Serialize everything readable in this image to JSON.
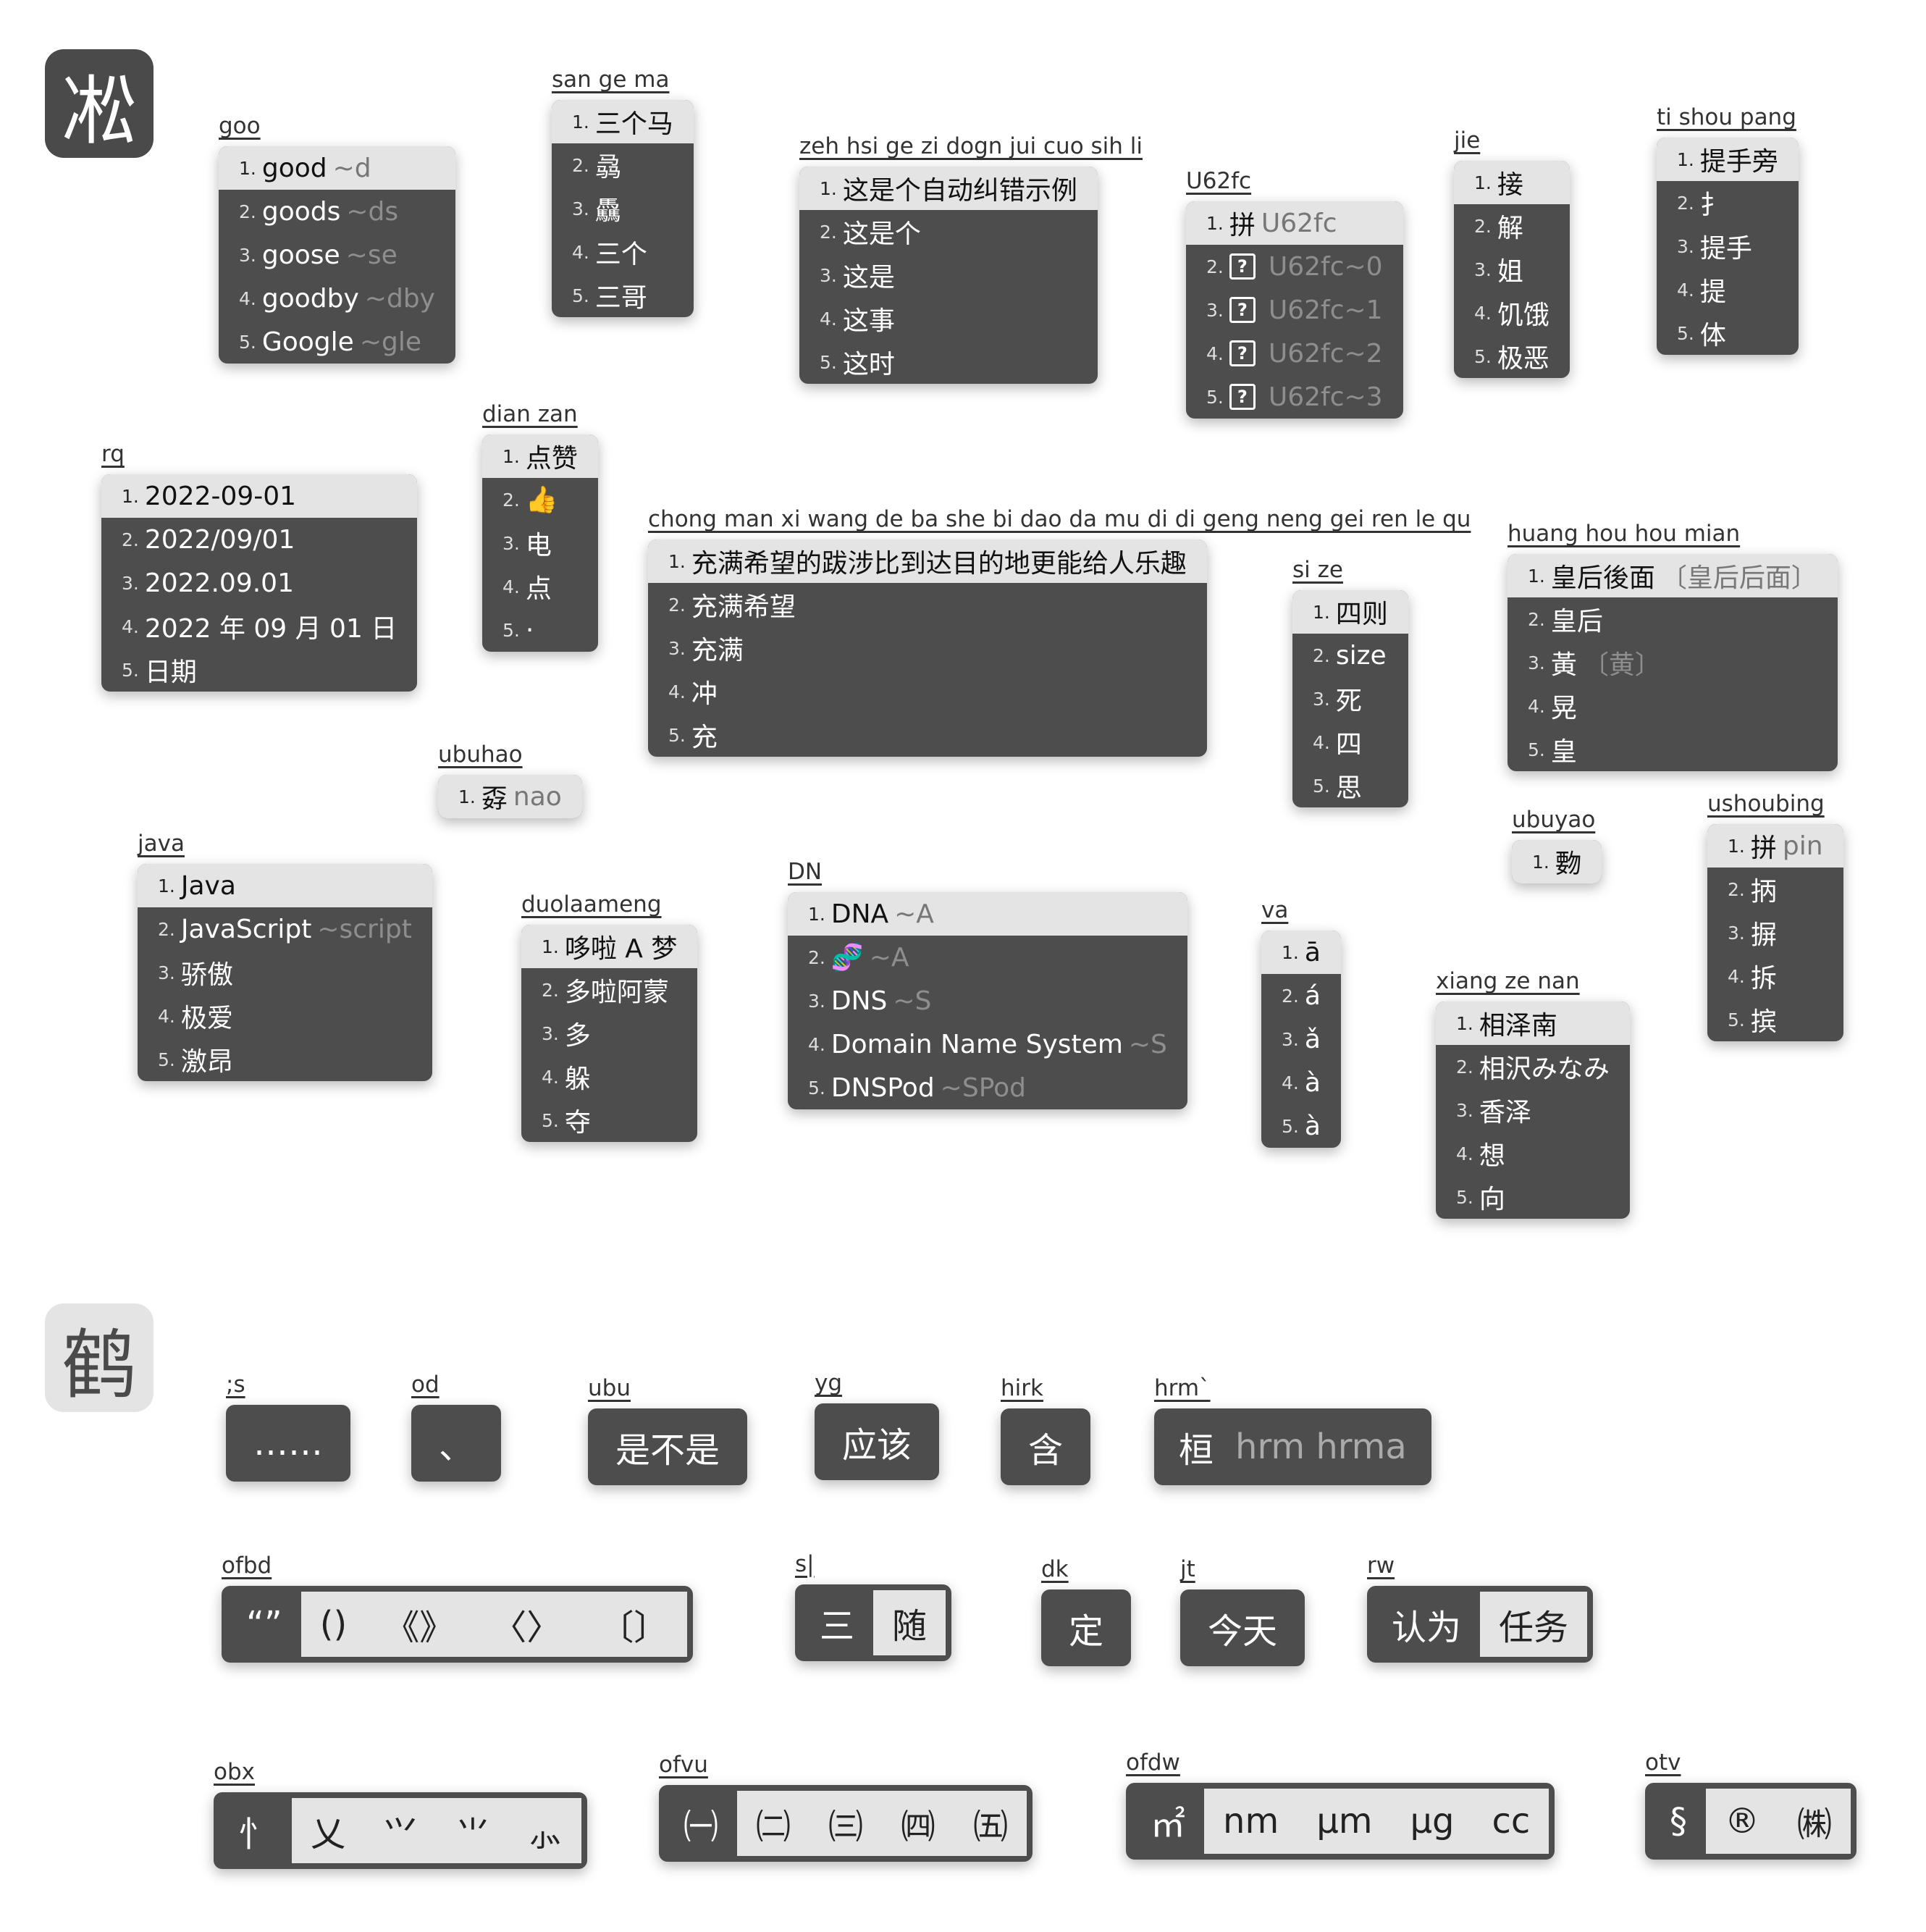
{
  "logos": {
    "top": "凇",
    "bottom": "鹤"
  },
  "vertical_candidates": [
    {
      "code": "goo",
      "items": [
        {
          "n": "1.",
          "t": "good",
          "c": "~d"
        },
        {
          "n": "2.",
          "t": "goods",
          "c": "~ds"
        },
        {
          "n": "3.",
          "t": "goose",
          "c": "~se"
        },
        {
          "n": "4.",
          "t": "goodby",
          "c": "~dby"
        },
        {
          "n": "5.",
          "t": "Google",
          "c": "~gle"
        }
      ]
    },
    {
      "code": "san ge ma",
      "items": [
        {
          "n": "1.",
          "t": "三个马"
        },
        {
          "n": "2.",
          "t": "骉"
        },
        {
          "n": "3.",
          "t": "驫"
        },
        {
          "n": "4.",
          "t": "三个"
        },
        {
          "n": "5.",
          "t": "三哥"
        }
      ]
    },
    {
      "code": "zeh hsi ge zi dogn jui cuo sih li",
      "items": [
        {
          "n": "1.",
          "t": "这是个自动纠错示例"
        },
        {
          "n": "2.",
          "t": "这是个"
        },
        {
          "n": "3.",
          "t": "这是"
        },
        {
          "n": "4.",
          "t": "这事"
        },
        {
          "n": "5.",
          "t": "这时"
        }
      ]
    },
    {
      "code": "U62fc",
      "items": [
        {
          "n": "1.",
          "t": "拼",
          "c": "U62fc"
        },
        {
          "n": "2.",
          "q": "?",
          "c": "U62fc~0"
        },
        {
          "n": "3.",
          "q": "?",
          "c": "U62fc~1"
        },
        {
          "n": "4.",
          "q": "?",
          "c": "U62fc~2"
        },
        {
          "n": "5.",
          "q": "?",
          "c": "U62fc~3"
        }
      ]
    },
    {
      "code": "jie",
      "items": [
        {
          "n": "1.",
          "t": "接"
        },
        {
          "n": "2.",
          "t": "解"
        },
        {
          "n": "3.",
          "t": "姐"
        },
        {
          "n": "4.",
          "t": "饥饿"
        },
        {
          "n": "5.",
          "t": "极恶"
        }
      ]
    },
    {
      "code": "ti shou pang",
      "items": [
        {
          "n": "1.",
          "t": "提手旁"
        },
        {
          "n": "2.",
          "t": "扌"
        },
        {
          "n": "3.",
          "t": "提手"
        },
        {
          "n": "4.",
          "t": "提"
        },
        {
          "n": "5.",
          "t": "体"
        }
      ]
    },
    {
      "code": "rq",
      "items": [
        {
          "n": "1.",
          "t": "2022-09-01"
        },
        {
          "n": "2.",
          "t": "2022/09/01"
        },
        {
          "n": "3.",
          "t": "2022.09.01"
        },
        {
          "n": "4.",
          "t": "2022 年 09 月 01 日"
        },
        {
          "n": "5.",
          "t": "日期"
        }
      ]
    },
    {
      "code": "dian zan",
      "items": [
        {
          "n": "1.",
          "t": "点赞"
        },
        {
          "n": "2.",
          "t": "👍"
        },
        {
          "n": "3.",
          "t": "电"
        },
        {
          "n": "4.",
          "t": "点"
        },
        {
          "n": "5.",
          "t": "·"
        }
      ]
    },
    {
      "code": "chong man xi wang de ba she bi dao da mu di di geng neng gei ren le qu",
      "items": [
        {
          "n": "1.",
          "t": "充满希望的跋涉比到达目的地更能给人乐趣"
        },
        {
          "n": "2.",
          "t": "充满希望"
        },
        {
          "n": "3.",
          "t": "充满"
        },
        {
          "n": "4.",
          "t": "冲"
        },
        {
          "n": "5.",
          "t": "充"
        }
      ]
    },
    {
      "code": "si ze",
      "items": [
        {
          "n": "1.",
          "t": "四则"
        },
        {
          "n": "2.",
          "t": "size"
        },
        {
          "n": "3.",
          "t": "死"
        },
        {
          "n": "4.",
          "t": "四"
        },
        {
          "n": "5.",
          "t": "思"
        }
      ]
    },
    {
      "code": "huang hou hou mian",
      "items": [
        {
          "n": "1.",
          "t": "皇后後面",
          "c": "〔皇后后面〕"
        },
        {
          "n": "2.",
          "t": "皇后"
        },
        {
          "n": "3.",
          "t": "黃",
          "c": "〔黄〕"
        },
        {
          "n": "4.",
          "t": "晃"
        },
        {
          "n": "5.",
          "t": "皇"
        }
      ]
    },
    {
      "code": "ubuhao",
      "items": [
        {
          "n": "1.",
          "t": "孬",
          "c": "nao"
        }
      ]
    },
    {
      "code": "ubuyao",
      "items": [
        {
          "n": "1.",
          "t": "覅"
        }
      ]
    },
    {
      "code": "ushoubing",
      "items": [
        {
          "n": "1.",
          "t": "拼",
          "c": "pin"
        },
        {
          "n": "2.",
          "t": "抦"
        },
        {
          "n": "3.",
          "t": "摒"
        },
        {
          "n": "4.",
          "t": "拆"
        },
        {
          "n": "5.",
          "t": "摈"
        }
      ]
    },
    {
      "code": "java",
      "items": [
        {
          "n": "1.",
          "t": "Java"
        },
        {
          "n": "2.",
          "t": "JavaScript",
          "c": "~script"
        },
        {
          "n": "3.",
          "t": "骄傲"
        },
        {
          "n": "4.",
          "t": "极爱"
        },
        {
          "n": "5.",
          "t": "激昂"
        }
      ]
    },
    {
      "code": "duolaameng",
      "items": [
        {
          "n": "1.",
          "t": "哆啦 A 梦"
        },
        {
          "n": "2.",
          "t": "多啦阿蒙"
        },
        {
          "n": "3.",
          "t": "多"
        },
        {
          "n": "4.",
          "t": "躲"
        },
        {
          "n": "5.",
          "t": "夺"
        }
      ]
    },
    {
      "code": "DN",
      "items": [
        {
          "n": "1.",
          "t": "DNA",
          "c": "~A"
        },
        {
          "n": "2.",
          "t": "🧬",
          "c": "~A"
        },
        {
          "n": "3.",
          "t": "DNS",
          "c": "~S"
        },
        {
          "n": "4.",
          "t": "Domain Name System",
          "c": "~S"
        },
        {
          "n": "5.",
          "t": "DNSPod",
          "c": "~SPod"
        }
      ]
    },
    {
      "code": "va",
      "items": [
        {
          "n": "1.",
          "t": "ā"
        },
        {
          "n": "2.",
          "t": "á"
        },
        {
          "n": "3.",
          "t": "ǎ"
        },
        {
          "n": "4.",
          "t": "à"
        },
        {
          "n": "5.",
          "t": "à"
        }
      ]
    },
    {
      "code": "xiang ze nan",
      "items": [
        {
          "n": "1.",
          "t": "相泽南"
        },
        {
          "n": "2.",
          "t": "相沢みなみ"
        },
        {
          "n": "3.",
          "t": "香泽"
        },
        {
          "n": "4.",
          "t": "想"
        },
        {
          "n": "5.",
          "t": "向"
        }
      ]
    }
  ],
  "horizontal_candidates": [
    {
      "code": ";s",
      "items": [
        {
          "t": "……"
        }
      ]
    },
    {
      "code": "od",
      "items": [
        {
          "t": "、"
        }
      ]
    },
    {
      "code": "ubu",
      "items": [
        {
          "t": "是不是"
        }
      ]
    },
    {
      "code": "yg",
      "items": [
        {
          "t": "应该"
        }
      ]
    },
    {
      "code": "hirk",
      "items": [
        {
          "t": "含"
        }
      ]
    },
    {
      "code": "hrm`",
      "items": [
        {
          "t": "桓"
        },
        {
          "t": "hrm hrma",
          "sub": true
        }
      ]
    },
    {
      "code": "ofbd",
      "items": [
        {
          "t": "“”"
        },
        {
          "t": "()",
          "g": 1
        },
        {
          "t": "《》",
          "g": 1
        },
        {
          "t": "〈〉",
          "g": 1
        },
        {
          "t": "〔〕",
          "g": 1
        }
      ]
    },
    {
      "code": "s|",
      "items": [
        {
          "t": "三"
        },
        {
          "t": "随",
          "g": 1
        }
      ]
    },
    {
      "code": "dk",
      "items": [
        {
          "t": "定"
        }
      ]
    },
    {
      "code": "jt",
      "items": [
        {
          "t": "今天"
        }
      ]
    },
    {
      "code": "rw",
      "items": [
        {
          "t": "认为"
        },
        {
          "t": "任务",
          "g": 1
        }
      ]
    },
    {
      "code": "obx",
      "items": [
        {
          "t": "忄"
        },
        {
          "t": "乂",
          "g": 1
        },
        {
          "t": "⺍",
          "g": 1
        },
        {
          "t": "⺌",
          "g": 1
        },
        {
          "t": "⺗",
          "g": 1
        }
      ]
    },
    {
      "code": "ofvu",
      "items": [
        {
          "t": "㈠"
        },
        {
          "t": "㈡",
          "g": 1
        },
        {
          "t": "㈢",
          "g": 1
        },
        {
          "t": "㈣",
          "g": 1
        },
        {
          "t": "㈤",
          "g": 1
        }
      ]
    },
    {
      "code": "ofdw",
      "items": [
        {
          "t": "㎡"
        },
        {
          "t": "nm",
          "g": 1
        },
        {
          "t": "μm",
          "g": 1
        },
        {
          "t": "μg",
          "g": 1
        },
        {
          "t": "cc",
          "g": 1
        }
      ]
    },
    {
      "code": "otv",
      "items": [
        {
          "t": "§"
        },
        {
          "t": "®",
          "g": 1
        },
        {
          "t": "㈱",
          "g": 1
        }
      ]
    }
  ]
}
